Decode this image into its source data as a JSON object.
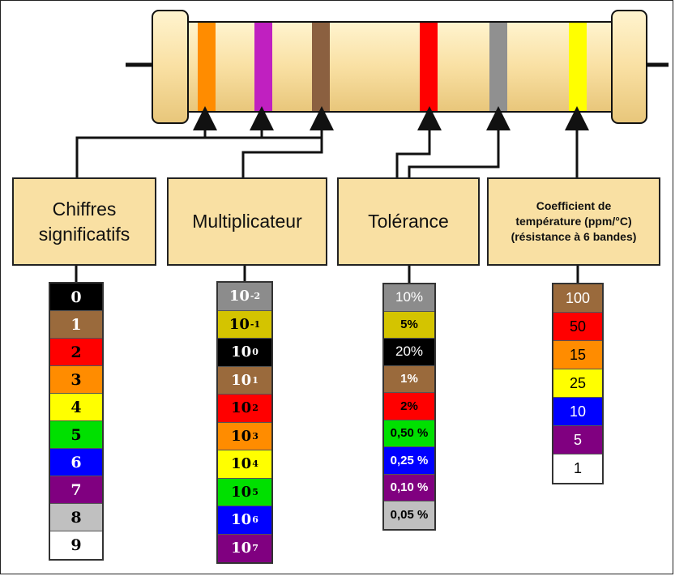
{
  "labels": {
    "chiffres_line1": "Chiffres",
    "chiffres_line2": "significatifs",
    "multiplicateur": "Multiplicateur",
    "tolerance": "Tolérance",
    "coef_line1": "Coefficient de",
    "coef_line2": "température (ppm/°C)",
    "coef_line3": "(résistance à 6 bandes)"
  },
  "resistor": {
    "body_color": "#f9e0a3",
    "bands": [
      {
        "color": "#ff8c00",
        "role": "chiffre"
      },
      {
        "color": "#c020c0",
        "role": "chiffre"
      },
      {
        "color": "#8b6040",
        "role": "multiplicateur"
      },
      {
        "color": "#ff0000",
        "role": "tolerance"
      },
      {
        "color": "#909090",
        "role": "tolerance"
      },
      {
        "color": "#ffff00",
        "role": "coefficient"
      }
    ]
  },
  "digits": [
    {
      "text": "0",
      "bg": "#000000",
      "fg": "#ffffff"
    },
    {
      "text": "1",
      "bg": "#9a6a3c",
      "fg": "#ffffff"
    },
    {
      "text": "2",
      "bg": "#ff0000",
      "fg": "#000000"
    },
    {
      "text": "3",
      "bg": "#ff8c00",
      "fg": "#000000"
    },
    {
      "text": "4",
      "bg": "#ffff00",
      "fg": "#000000"
    },
    {
      "text": "5",
      "bg": "#00e000",
      "fg": "#000000"
    },
    {
      "text": "6",
      "bg": "#0000ff",
      "fg": "#ffffff"
    },
    {
      "text": "7",
      "bg": "#800080",
      "fg": "#ffffff"
    },
    {
      "text": "8",
      "bg": "#c0c0c0",
      "fg": "#000000"
    },
    {
      "text": "9",
      "bg": "#ffffff",
      "fg": "#000000"
    }
  ],
  "multipliers": [
    {
      "base": "10",
      "exp": "-2",
      "bg": "#8c8c8c",
      "fg": "#ffffff"
    },
    {
      "base": "10",
      "exp": "-1",
      "bg": "#d4c400",
      "fg": "#000000"
    },
    {
      "base": "10",
      "exp": "0",
      "bg": "#000000",
      "fg": "#ffffff"
    },
    {
      "base": "10",
      "exp": "1",
      "bg": "#9a6a3c",
      "fg": "#ffffff"
    },
    {
      "base": "10",
      "exp": "2",
      "bg": "#ff0000",
      "fg": "#000000"
    },
    {
      "base": "10",
      "exp": "3",
      "bg": "#ff8c00",
      "fg": "#000000"
    },
    {
      "base": "10",
      "exp": "4",
      "bg": "#ffff00",
      "fg": "#000000"
    },
    {
      "base": "10",
      "exp": "5",
      "bg": "#00e000",
      "fg": "#000000"
    },
    {
      "base": "10",
      "exp": "6",
      "bg": "#0000ff",
      "fg": "#ffffff"
    },
    {
      "base": "10",
      "exp": "7",
      "bg": "#800080",
      "fg": "#ffffff"
    }
  ],
  "tolerances": [
    {
      "text": "10%",
      "bg": "#8c8c8c",
      "fg": "#ffffff",
      "bold": false
    },
    {
      "text": "5%",
      "bg": "#d4c400",
      "fg": "#000000",
      "bold": true
    },
    {
      "text": "20%",
      "bg": "#000000",
      "fg": "#ffffff",
      "bold": false
    },
    {
      "text": "1%",
      "bg": "#9a6a3c",
      "fg": "#ffffff",
      "bold": true
    },
    {
      "text": "2%",
      "bg": "#ff0000",
      "fg": "#000000",
      "bold": true
    },
    {
      "text": "0,50 %",
      "bg": "#00e000",
      "fg": "#000000",
      "bold": true
    },
    {
      "text": "0,25 %",
      "bg": "#0000ff",
      "fg": "#ffffff",
      "bold": true
    },
    {
      "text": "0,10 %",
      "bg": "#800080",
      "fg": "#ffffff",
      "bold": true
    },
    {
      "text": "0,05 %",
      "bg": "#c0c0c0",
      "fg": "#000000",
      "bold": true
    }
  ],
  "coefficients": [
    {
      "text": "100",
      "bg": "#9a6a3c",
      "fg": "#ffffff"
    },
    {
      "text": "50",
      "bg": "#ff0000",
      "fg": "#000000"
    },
    {
      "text": "15",
      "bg": "#ff8c00",
      "fg": "#000000"
    },
    {
      "text": "25",
      "bg": "#ffff00",
      "fg": "#000000"
    },
    {
      "text": "10",
      "bg": "#0000ff",
      "fg": "#ffffff"
    },
    {
      "text": "5",
      "bg": "#800080",
      "fg": "#ffffff"
    },
    {
      "text": "1",
      "bg": "#ffffff",
      "fg": "#000000"
    }
  ]
}
